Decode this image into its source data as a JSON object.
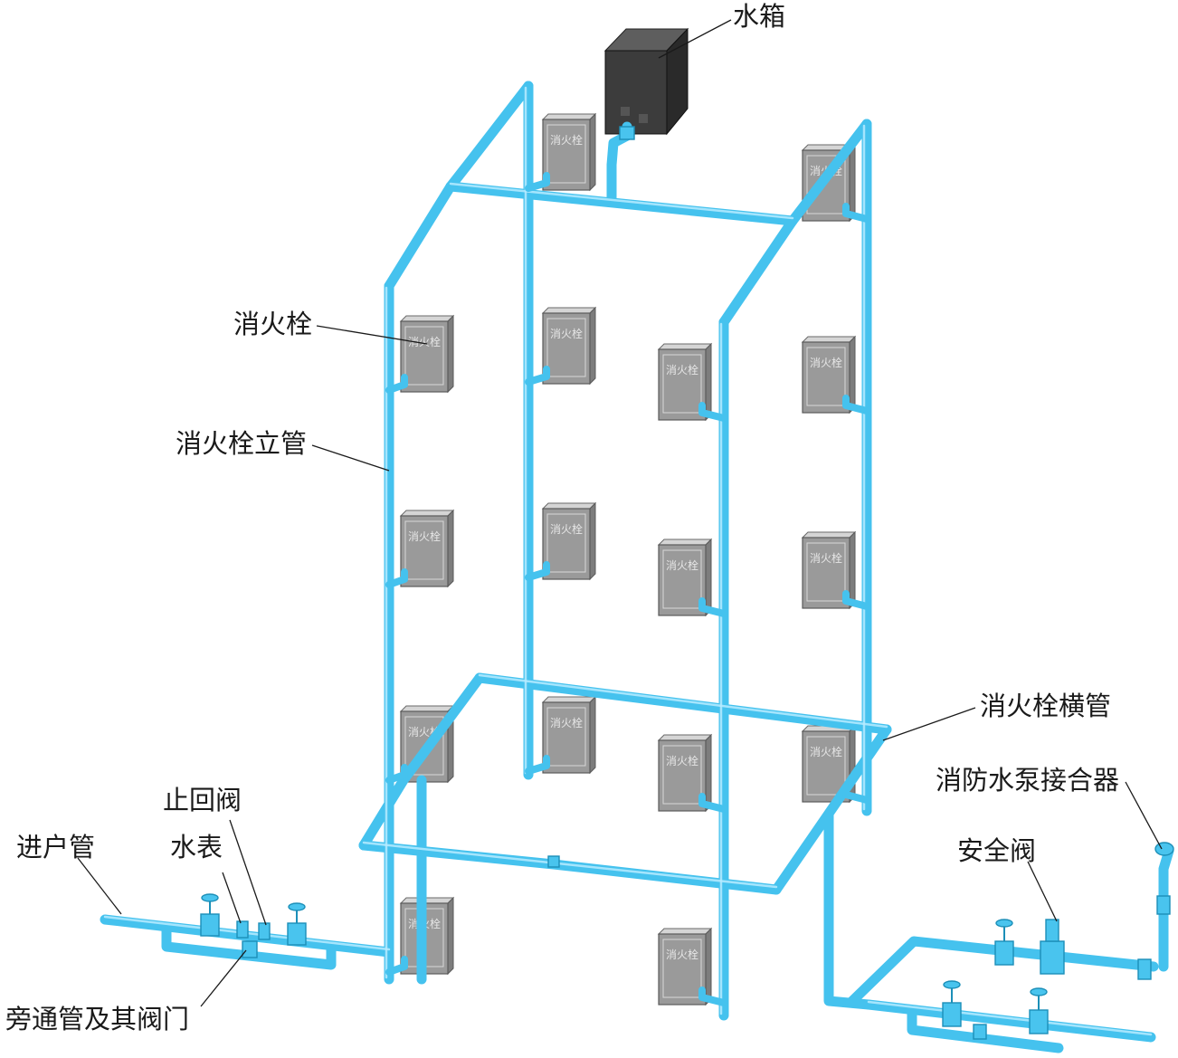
{
  "labels": {
    "water_tank": "水箱",
    "hydrant": "消火栓",
    "hydrant_riser": "消火栓立管",
    "hydrant_main": "消火栓横管",
    "pump_adapter": "消防水泵接合器",
    "safety_valve": "安全阀",
    "check_valve": "止回阀",
    "water_meter": "水表",
    "inlet_pipe": "进户管",
    "bypass": "旁通管及其阀门"
  },
  "cabinet_text": "消火栓",
  "colors": {
    "pipe": "#45c2ee",
    "cabinet": "#9a9a9a",
    "tank": "#3b3b3b"
  }
}
